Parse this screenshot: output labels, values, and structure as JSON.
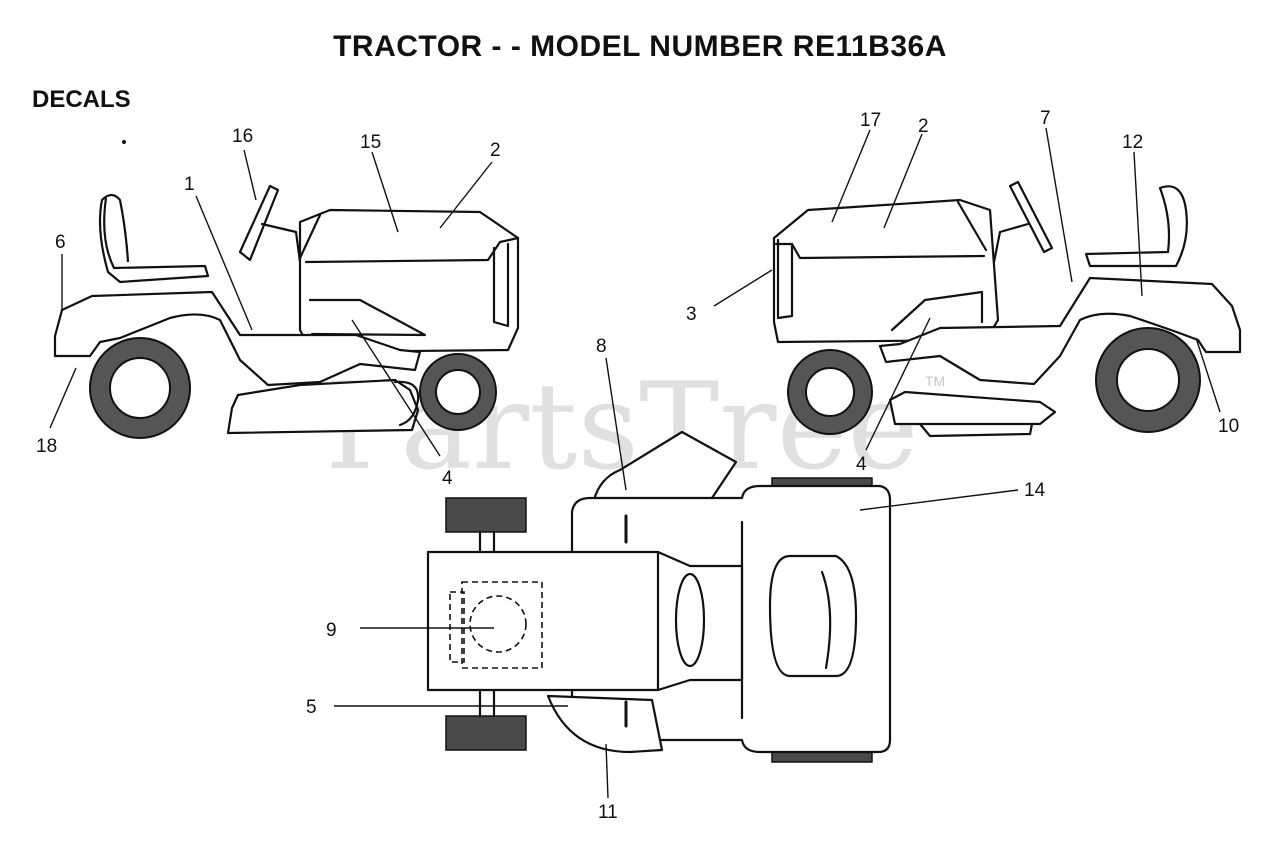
{
  "title": "TRACTOR - - MODEL NUMBER RE11B36A",
  "section": "DECALS",
  "watermark": "PartsTree",
  "watermark_tm": "TM",
  "callouts": {
    "c1": "1",
    "c2a": "2",
    "c2b": "2",
    "c3": "3",
    "c4a": "4",
    "c4b": "4",
    "c5": "5",
    "c6": "6",
    "c7": "7",
    "c8": "8",
    "c9": "9",
    "c10": "10",
    "c11": "11",
    "c12": "12",
    "c14": "14",
    "c15": "15",
    "c16": "16",
    "c17": "17",
    "c18": "18"
  }
}
